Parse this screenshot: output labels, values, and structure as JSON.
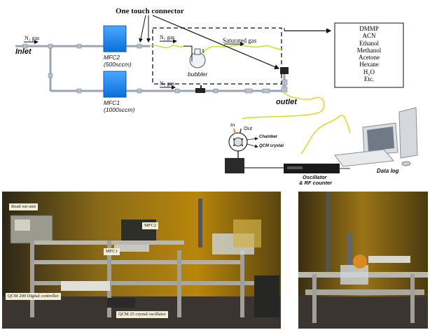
{
  "schematic": {
    "one_touch_connector": "One touch connector",
    "n2_gas_inlet": "N₂ gas",
    "n2_gas_bubbler": "N₂ gas",
    "n2_gas_bypass": "N₂ gas",
    "inlet": "Inlet",
    "mfc2_name": "MFC2",
    "mfc2_flow": "(500sccm)",
    "mfc1_name": "MFC1",
    "mfc1_flow": "(1000sccm)",
    "saturated_gas": "Saturated gas",
    "bubbler": "bubbler",
    "outlet": "outlet",
    "analytes": [
      "DMMP",
      "ACN",
      "Ethanol",
      "Methanol",
      "Acetone",
      "Hexane",
      "H₂O",
      "Etc."
    ],
    "in": "In",
    "out": "Out",
    "chamber": "Chamber",
    "qcm_crystal": "QCM crystal",
    "oscillator_line1": "Oscillator",
    "oscillator_line2": "& RF counter",
    "data_log": "Data log"
  },
  "photos": {
    "read_out_unit": "Read out unit",
    "mfc2": "MFC2",
    "mfc1": "MFC1",
    "qcm200": "QCM 200 Digital controller",
    "qcm25": "QCM 25 crystal oscillator"
  },
  "colors": {
    "mfc_blue": "#1e90ff",
    "tube_yellow": "#d8dc30",
    "pipe_gray": "#9aa4b2"
  }
}
